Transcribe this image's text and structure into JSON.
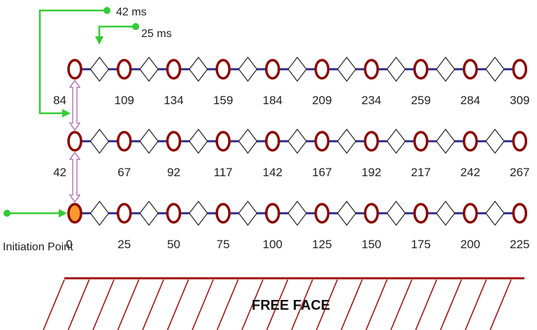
{
  "rows": [
    {
      "holes": [
        "84",
        "109",
        "134",
        "159",
        "184",
        "209",
        "234",
        "259",
        "284",
        "309"
      ]
    },
    {
      "holes": [
        "42",
        "67",
        "92",
        "117",
        "142",
        "167",
        "192",
        "217",
        "242",
        "267"
      ]
    },
    {
      "holes": [
        "0",
        "25",
        "50",
        "75",
        "100",
        "125",
        "150",
        "175",
        "200",
        "225"
      ]
    }
  ],
  "delays": {
    "first": "42 ms",
    "second": "25 ms"
  },
  "initiation_label": "Initiation Point",
  "free_face_label": "FREE FACE",
  "colors": {
    "hole": "#8b0000",
    "line": "#2a2a8a",
    "arrow": "#33cc33",
    "connector": "#aa66aa",
    "free_face": "#a01010",
    "initiation_fill": "#ff9a2a"
  }
}
